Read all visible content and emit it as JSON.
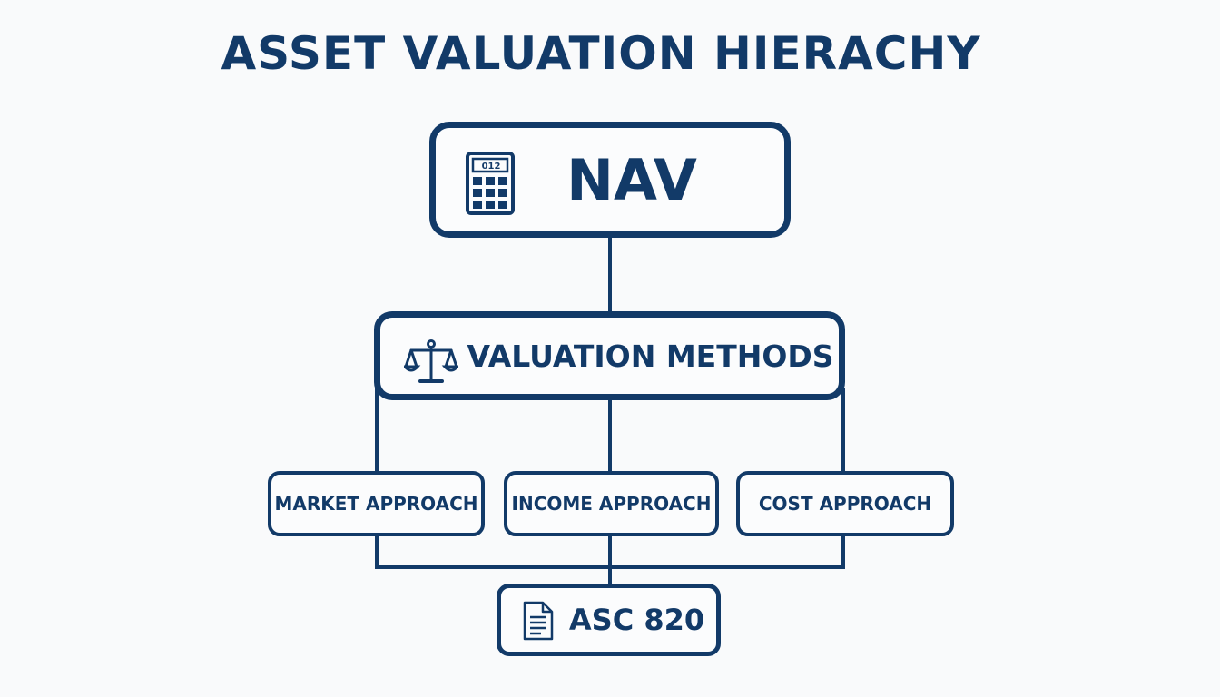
{
  "title": "ASSET VALUATION HIERACHY",
  "nodes": {
    "nav": {
      "label": "NAV",
      "icon": "calculator-icon",
      "icon_text": "012"
    },
    "methods": {
      "label": "VALUATION METHODS",
      "icon": "balance-scale-icon"
    },
    "approaches": [
      {
        "label": "MARKET APPROACH"
      },
      {
        "label": "INCOME APPROACH"
      },
      {
        "label": "COST APPROACH"
      }
    ],
    "standard": {
      "label": "ASC 820",
      "icon": "document-icon"
    }
  },
  "colors": {
    "primary": "#123a68",
    "background": "#f9fafb"
  }
}
